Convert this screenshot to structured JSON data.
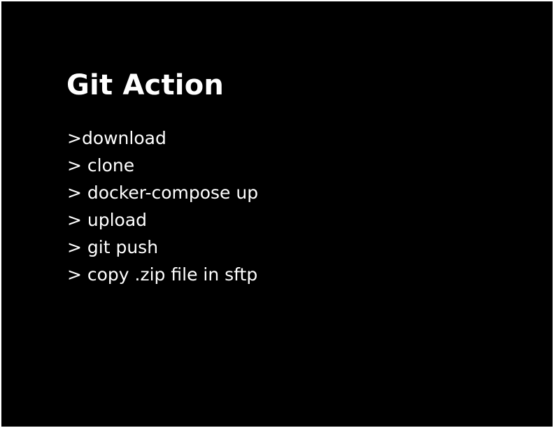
{
  "slide": {
    "title": "Git Action",
    "lines": [
      ">download",
      "> clone",
      "> docker-compose up",
      "> upload",
      "> git push",
      "> copy .zip file in sftp"
    ],
    "colors": {
      "background": "#000000",
      "text": "#ffffff"
    }
  }
}
